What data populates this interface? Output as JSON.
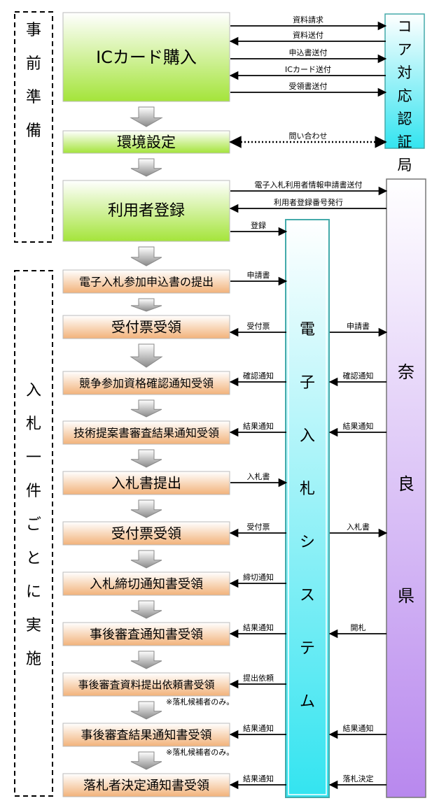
{
  "phases": [
    {
      "id": "prep",
      "label": "事前準備"
    },
    {
      "id": "per_bid",
      "label": "入札一件ごとに実施"
    }
  ],
  "external_entities": [
    {
      "id": "core",
      "label": "コア対応認証局"
    },
    {
      "id": "system",
      "label": "電子入札システム"
    },
    {
      "id": "nara",
      "label": "奈良県"
    }
  ],
  "steps": [
    {
      "id": "s1",
      "label": "ICカード購入",
      "kind": "prep"
    },
    {
      "id": "s2",
      "label": "環境設定",
      "kind": "prep"
    },
    {
      "id": "s3",
      "label": "利用者登録",
      "kind": "prep"
    },
    {
      "id": "s4",
      "label": "電子入札参加申込書の提出",
      "kind": "bid"
    },
    {
      "id": "s5",
      "label": "受付票受領",
      "kind": "bid"
    },
    {
      "id": "s6",
      "label": "競争参加資格確認通知受領",
      "kind": "bid"
    },
    {
      "id": "s7",
      "label": "技術提案書審査結果通知受領",
      "kind": "bid"
    },
    {
      "id": "s8",
      "label": "入札書提出",
      "kind": "bid"
    },
    {
      "id": "s9",
      "label": "受付票受領",
      "kind": "bid"
    },
    {
      "id": "s10",
      "label": "入札締切通知書受領",
      "kind": "bid"
    },
    {
      "id": "s11",
      "label": "事後審査通知書受領",
      "kind": "bid"
    },
    {
      "id": "s12",
      "label": "事後審査資料提出依頼書受領",
      "kind": "bid",
      "note": "※落札候補者のみ。"
    },
    {
      "id": "s13",
      "label": "事後審査結果通知書受領",
      "kind": "bid",
      "note": "※落札候補者のみ。"
    },
    {
      "id": "s14",
      "label": "落札者決定通知書受領",
      "kind": "bid"
    }
  ],
  "messages": [
    {
      "id": "m1",
      "label": "資料請求",
      "dir": "right",
      "target": "core"
    },
    {
      "id": "m2",
      "label": "資料送付",
      "dir": "left",
      "target": "core"
    },
    {
      "id": "m3",
      "label": "申込書送付",
      "dir": "right",
      "target": "core"
    },
    {
      "id": "m4",
      "label": "ICカード送付",
      "dir": "left",
      "target": "core"
    },
    {
      "id": "m5",
      "label": "受領書送付",
      "dir": "right",
      "target": "core"
    },
    {
      "id": "m6",
      "label": "問い合わせ",
      "dir": "both",
      "dotted": true,
      "target": "core"
    },
    {
      "id": "m7",
      "label": "電子入札利用者情報申請書送付",
      "dir": "right",
      "target": "nara"
    },
    {
      "id": "m8",
      "label": "利用者登録番号発行",
      "dir": "left",
      "target": "nara"
    },
    {
      "id": "m9",
      "label": "登録",
      "dir": "right",
      "target": "system"
    },
    {
      "id": "m10",
      "label": "申請書",
      "dir": "right",
      "target": "system"
    },
    {
      "id": "m11",
      "label": "受付票",
      "dir": "left",
      "target": "system"
    },
    {
      "id": "m12",
      "label": "申請書",
      "dir": "right",
      "target": "nara"
    },
    {
      "id": "m13",
      "label": "確認通知",
      "dir": "left",
      "target": "system"
    },
    {
      "id": "m14",
      "label": "確認通知",
      "dir": "left",
      "target": "nara"
    },
    {
      "id": "m15",
      "label": "結果通知",
      "dir": "left",
      "target": "system"
    },
    {
      "id": "m16",
      "label": "結果通知",
      "dir": "left",
      "target": "nara"
    },
    {
      "id": "m17",
      "label": "入札書",
      "dir": "right",
      "target": "system"
    },
    {
      "id": "m18",
      "label": "受付票",
      "dir": "left",
      "target": "system"
    },
    {
      "id": "m19",
      "label": "入札書",
      "dir": "right",
      "target": "nara"
    },
    {
      "id": "m20",
      "label": "締切通知",
      "dir": "left",
      "target": "system"
    },
    {
      "id": "m21",
      "label": "結果通知",
      "dir": "left",
      "target": "system"
    },
    {
      "id": "m22",
      "label": "開札",
      "dir": "left",
      "target": "nara"
    },
    {
      "id": "m23",
      "label": "提出依頼",
      "dir": "left",
      "target": "system"
    },
    {
      "id": "m24",
      "label": "結果通知",
      "dir": "left",
      "target": "system"
    },
    {
      "id": "m25",
      "label": "結果通知",
      "dir": "left",
      "target": "nara"
    },
    {
      "id": "m26",
      "label": "結果通知",
      "dir": "left",
      "target": "system"
    },
    {
      "id": "m27",
      "label": "落札決定",
      "dir": "left",
      "target": "nara"
    }
  ],
  "colors": {
    "prep_top": "#ffffff",
    "prep_bottom": "#a4e43a",
    "bid_top": "#ffffff",
    "bid_bottom": "#f2b27a",
    "system_top": "#ffffff",
    "system_bottom": "#33e4f0",
    "core_top": "#ffffff",
    "core_bottom": "#33e4f0",
    "nara_top": "#ffffff",
    "nara_bottom": "#b888ee"
  }
}
